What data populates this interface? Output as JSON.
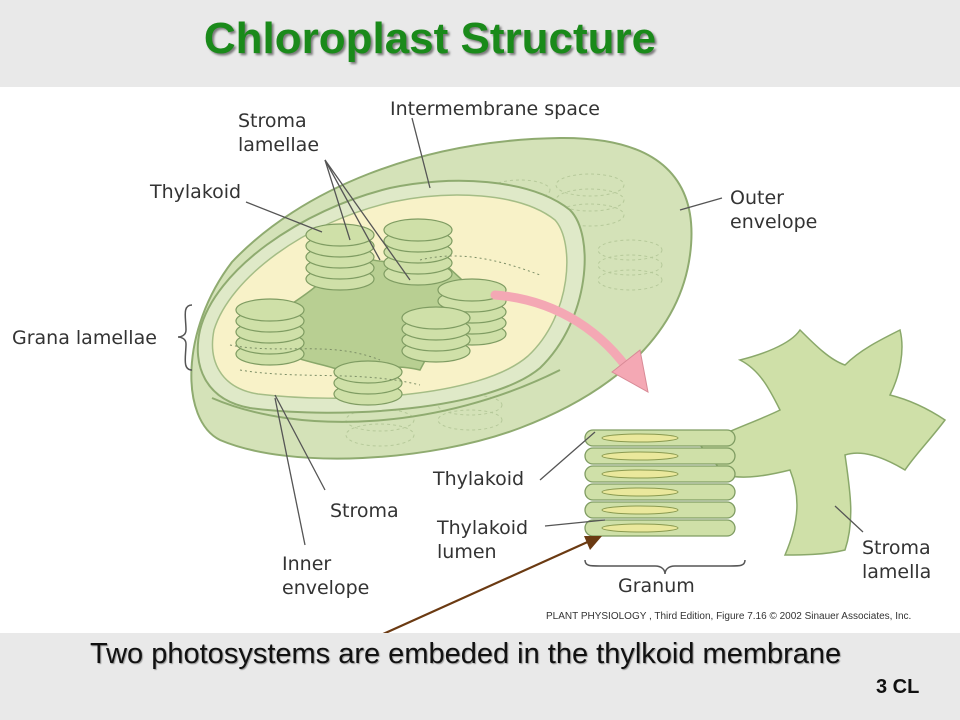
{
  "title": "Chloroplast Structure",
  "labels": {
    "stroma_lamellae": [
      "Stroma",
      "lamellae"
    ],
    "intermembrane_space": "Intermembrane space",
    "thylakoid_top": "Thylakoid",
    "outer_envelope": [
      "Outer",
      "envelope"
    ],
    "grana_lamellae": "Grana lamellae",
    "thylakoid_right": "Thylakoid",
    "thylakoid_lumen": [
      "Thylakoid",
      "lumen"
    ],
    "stroma": "Stroma",
    "inner_envelope": [
      "Inner",
      "envelope"
    ],
    "granum": "Granum",
    "stroma_lamella": [
      "Stroma",
      "lamella"
    ]
  },
  "credit": "PLANT PHYSIOLOGY , Third Edition, Figure 7.16  © 2002 Sinauer Associates, Inc.",
  "caption": "Two photosystems are embeded in the thylkoid membrane",
  "slide_number": "3 CL",
  "colors": {
    "title_green": "#1a8a1a",
    "envelope_fill": "#d4e2b8",
    "stroma_fill": "#f8f2c8",
    "lumen_fill": "#eae89c",
    "highlight_arrow": "#f4a8b4",
    "annotation_arrow": "#6b3a12"
  }
}
